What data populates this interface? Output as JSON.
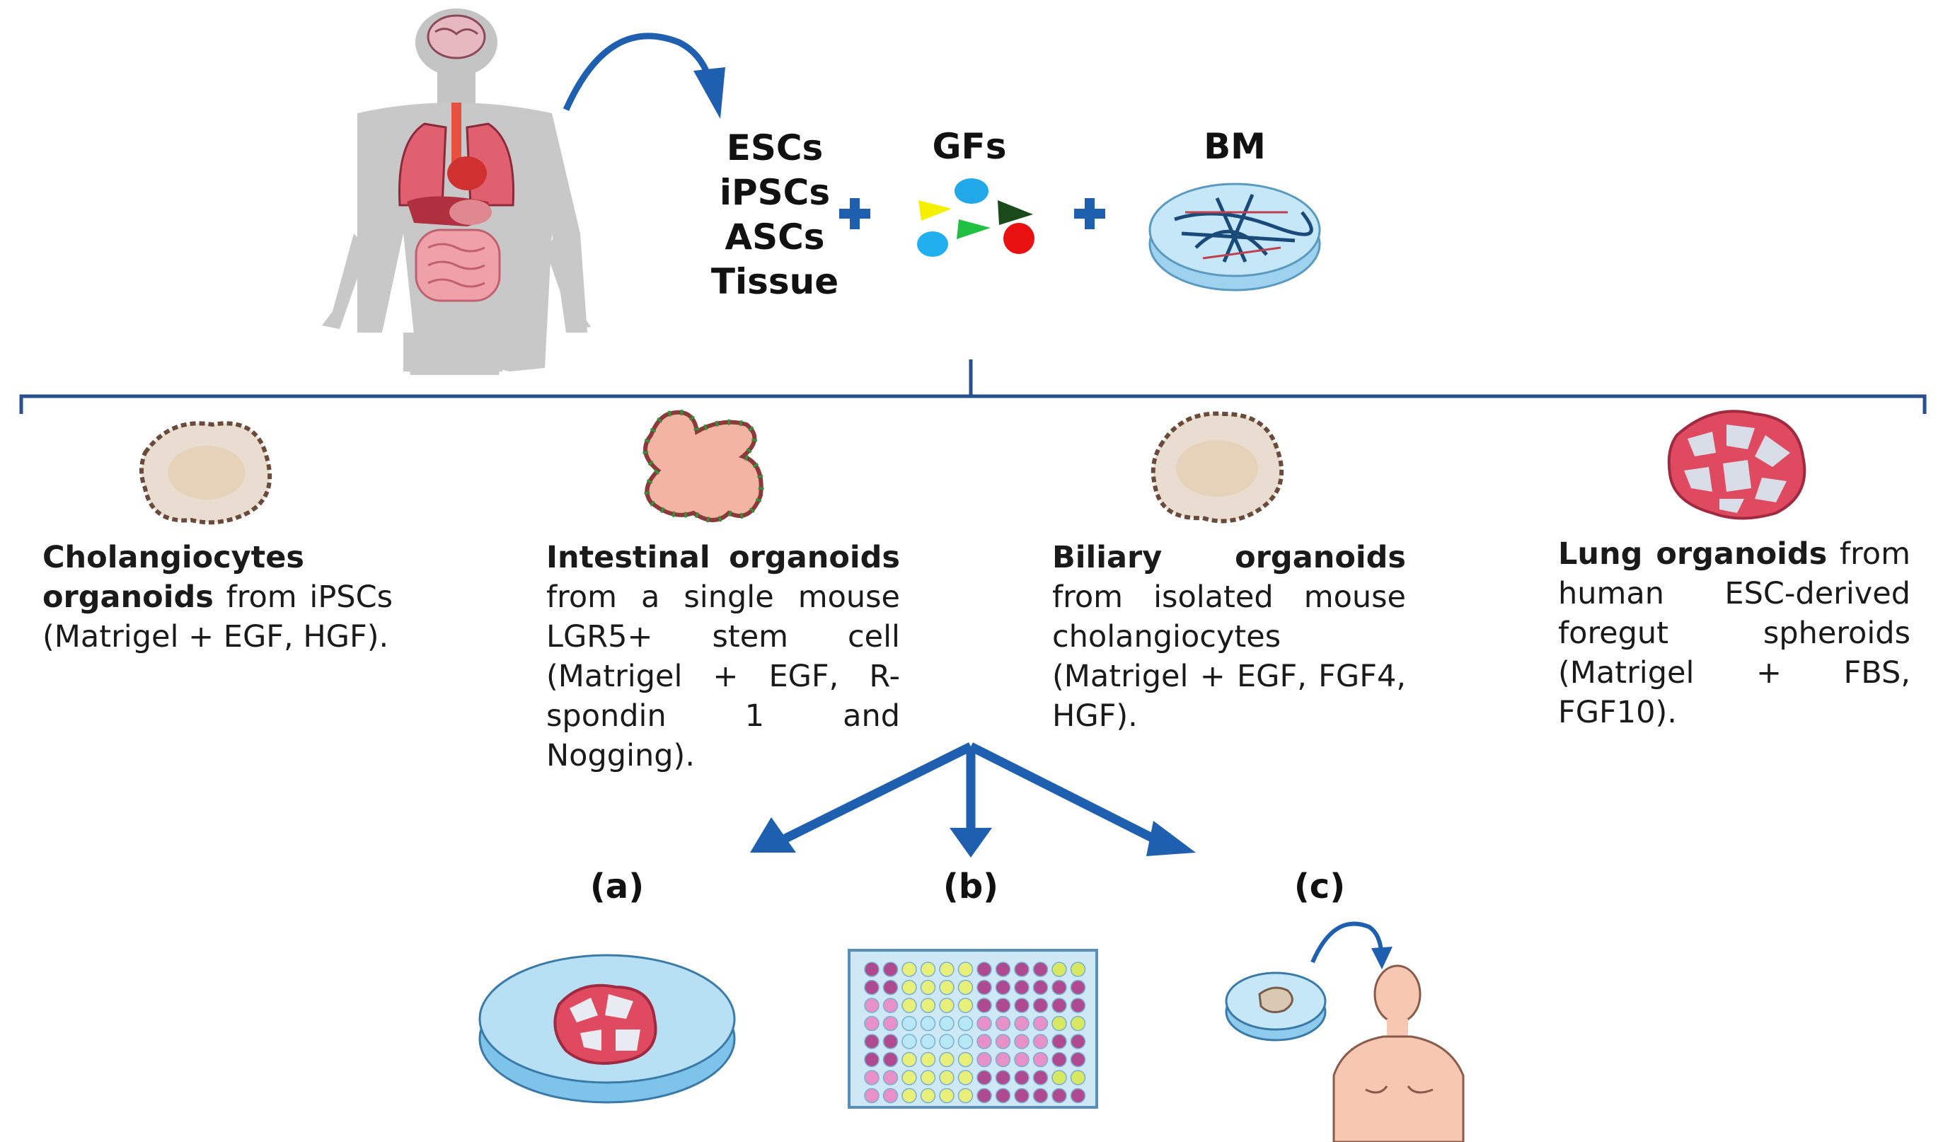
{
  "sources": [
    "ESCs",
    "iPSCs",
    "ASCs",
    "Tissue"
  ],
  "growth_factors_label": "GFs",
  "basement_membrane_label": "BM",
  "organoids": [
    {
      "title": "Cholangiocytes organoids",
      "rest": "from iPSCs (Matrigel + EGF, HGF)."
    },
    {
      "title": "Intestinal organoids",
      "rest": "from a single mouse LGR5+ stem cell (Matrigel + EGF, R-spondin 1 and Nogging)."
    },
    {
      "title": "Biliary organoids",
      "rest": "from isolated mouse cholangiocytes (Matrigel + EGF, FGF4, HGF)."
    },
    {
      "title": "Lung organoids",
      "rest": "from human ESC-derived foregut spheroids (Matrigel + FBS, FGF10)."
    }
  ],
  "applications": [
    "(a)",
    "(b)",
    "(c)"
  ],
  "colors": {
    "arrow_blue": "#1f5fb0",
    "bracket_blue": "#2a4f8f",
    "body_gray": "#c8c8c8",
    "dish_blue": "#bfe3f5"
  }
}
